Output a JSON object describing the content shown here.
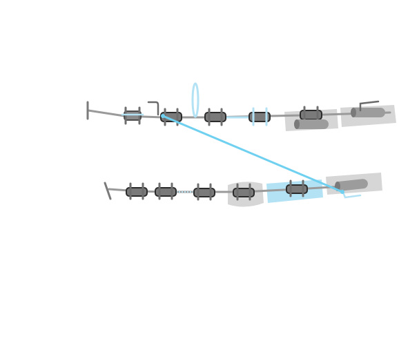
{
  "colors": {
    "background": "#ffffff",
    "wire": "#9a9a9a",
    "bracket_outline": "#2b2b2b",
    "bracket_fill": "#7a7a7a",
    "tie": "#6e6e6e",
    "highlight_blue": "#6fd0f0",
    "light_blue": "#b3e2f5",
    "shadow_gray": "#d6d6d6",
    "tube_gray": "#9c9c9c",
    "hook_gray": "#6a6a6a"
  },
  "arches": [
    {
      "name": "upper-arch",
      "bracket_count": 6,
      "tube_count": 2,
      "has_coil_spring": true,
      "has_ring": true
    },
    {
      "name": "lower-arch",
      "bracket_count": 6,
      "tube_count": 1,
      "has_highlighted_segment": true
    }
  ],
  "elastic": {
    "name": "interarch-elastic",
    "color": "#6fd0f0"
  }
}
